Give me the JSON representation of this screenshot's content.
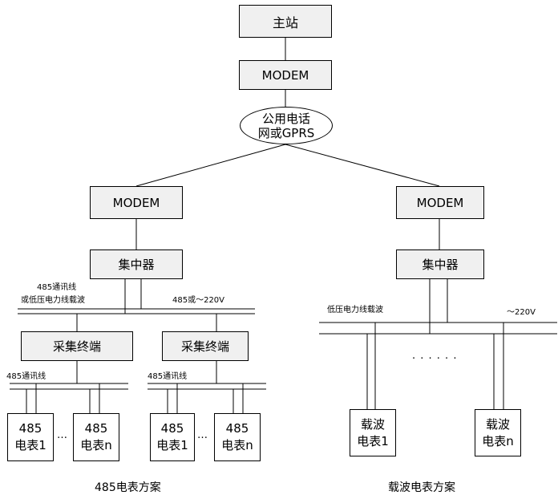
{
  "master_station": "主站",
  "modem_top": "MODEM",
  "network": [
    "公用电话",
    "网或GPRS"
  ],
  "left": {
    "modem": "MODEM",
    "concentrator": "集中器",
    "bus_label_1": "485通讯线",
    "bus_label_2": "或低压电力线载波",
    "bus_label_3": "485或～220V",
    "collectors": [
      {
        "title": "采集终端",
        "line_label": "485通讯线",
        "meters": [
          {
            "l1": "485",
            "l2": "电表1"
          },
          {
            "l1": "485",
            "l2": "电表n"
          }
        ],
        "ellipsis": "…"
      },
      {
        "title": "采集终端",
        "line_label": "485通讯线",
        "meters": [
          {
            "l1": "485",
            "l2": "电表1"
          },
          {
            "l1": "485",
            "l2": "电表n"
          }
        ],
        "ellipsis": "…"
      }
    ],
    "caption": "485电表方案"
  },
  "right": {
    "modem": "MODEM",
    "concentrator": "集中器",
    "bus_label": "低压电力线载波",
    "voltage_label": "～220V",
    "dots": "· · · · · ·",
    "meters": [
      {
        "l1": "载波",
        "l2": "电表1"
      },
      {
        "l1": "载波",
        "l2": "电表n"
      }
    ],
    "caption": "载波电表方案"
  }
}
